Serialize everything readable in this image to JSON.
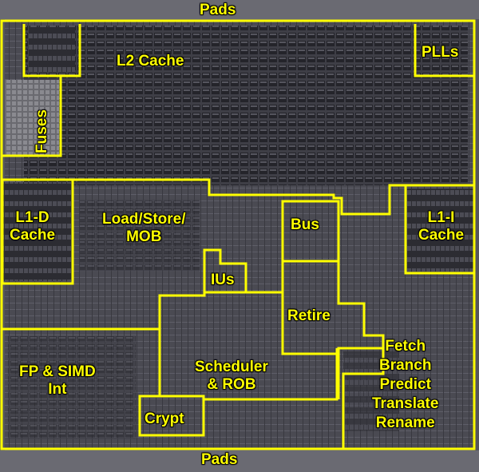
{
  "diagram": {
    "accent_color": "#ffff00",
    "labels": {
      "pads_top": "Pads",
      "pads_bottom": "Pads",
      "l2_cache": "L2 Cache",
      "plls": "PLLs",
      "fuses": "Fuses",
      "l1d_cache": "L1-D\nCache",
      "load_store": "Load/Store/\nMOB",
      "bus": "Bus",
      "l1i_cache": "L1-I\nCache",
      "ius": "IUs",
      "retire": "Retire",
      "fp_simd": "FP & SIMD\nInt",
      "scheduler": "Scheduler\n& ROB",
      "fetch": "Fetch\nBranch\nPredict\nTranslate\nRename",
      "crypt": "Crypt"
    }
  }
}
